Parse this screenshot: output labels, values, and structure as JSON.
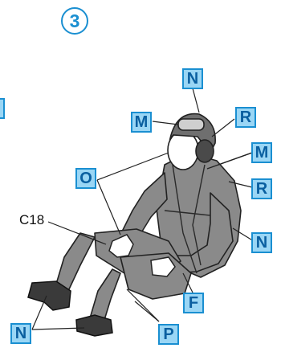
{
  "step": {
    "number": "3"
  },
  "part_label": "C18",
  "callouts": {
    "n_top": "N",
    "m_left": "M",
    "r_top": "R",
    "m_right": "M",
    "r_right": "R",
    "o": "O",
    "n_right": "N",
    "f": "F",
    "p": "P",
    "n_bottom": "N"
  },
  "colors": {
    "callout_fill": "#9ad6f5",
    "callout_border": "#1a8fd1",
    "callout_text": "#0a5fa0"
  },
  "figure": {
    "icon": "seated-pilot-figure"
  }
}
